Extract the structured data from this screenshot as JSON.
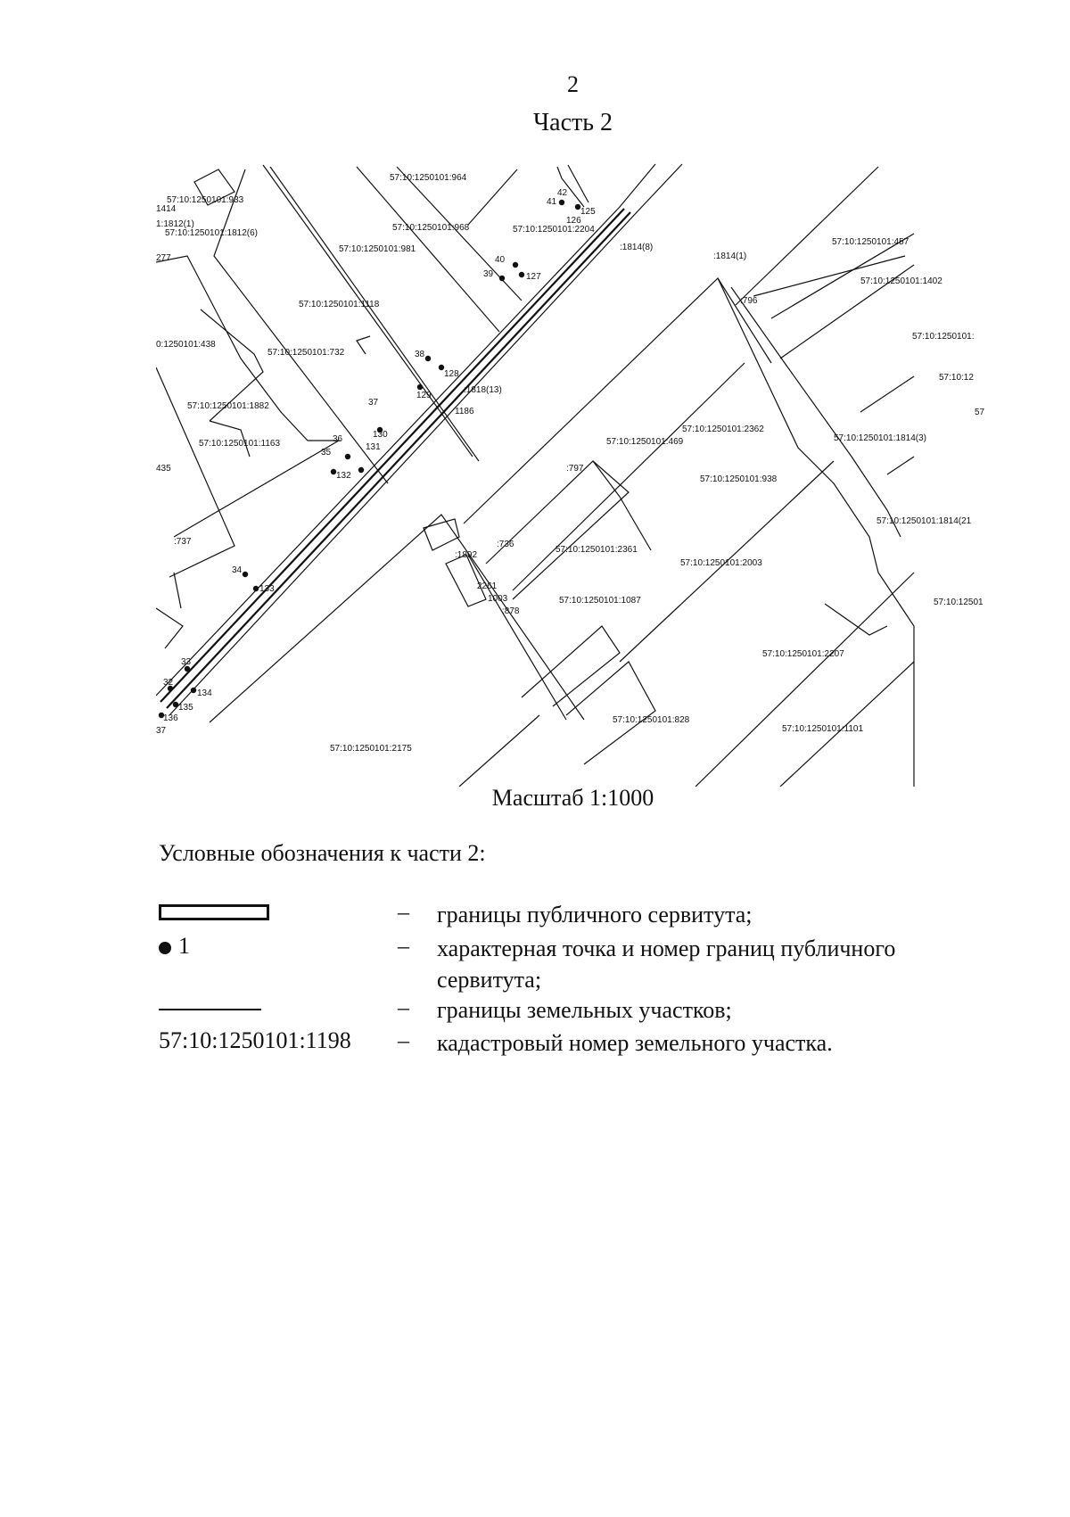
{
  "header": {
    "page_number": "2",
    "part_title": "Часть 2"
  },
  "map": {
    "parcels": [
      "57:10:1250101:964",
      "57:10:1250101:933",
      "1414",
      "1:1812(1)",
      "57:10:1250101:1812(6)",
      "277",
      "57:10:1250101:968",
      "57:10:1250101:981",
      "57:10:1250101:2204",
      "57:10:1250101:457",
      ":1814(8)",
      ":1814(1)",
      "57:10:1250101:1402",
      "57:10:1250101:1118",
      ":796",
      "0:1250101:438",
      "57:10:1250101:732",
      "57:10:1250101:",
      "57:10:12",
      ":1818(13)",
      "1186",
      "57:10:1250101:1882",
      "57:10:1250101:1163",
      "57:10:1250101:2362",
      "57:10:1250101:469",
      "57:10:1250101:1814(3)",
      "435",
      ":797",
      "57:10:1250101:938",
      ":737",
      ":736",
      "57:10:1250101:1814(21",
      ":1892",
      "57:10:1250101:2361",
      "57:10:1250101:2003",
      "2261",
      "1003",
      ":878",
      "57:10:1250101:1087",
      "57:10:12501",
      "57:10:1250101:2207",
      "57:10:1250101:828",
      "57:10:1250101:1101",
      "57:10:1250101:2175",
      "57"
    ],
    "points": [
      "41",
      "42",
      "125",
      "126",
      "40",
      "39",
      "127",
      "38",
      "128",
      "129",
      "37",
      "36",
      "130",
      "131",
      "35",
      "132",
      "34",
      "133",
      "33",
      "32",
      "134",
      "135",
      "136",
      "37"
    ]
  },
  "scale_label": "Масштаб 1:1000",
  "legend": {
    "title": "Условные обозначения к части 2:",
    "dash": "–",
    "items": [
      {
        "symbol": "rect",
        "symbol_text": "",
        "description": "границы публичного сервитута;"
      },
      {
        "symbol": "dot",
        "symbol_text": "1",
        "description": "характерная точка и номер границ публичного сервитута;"
      },
      {
        "symbol": "line",
        "symbol_text": "",
        "description": "границы земельных участков;"
      },
      {
        "symbol": "text",
        "symbol_text": "57:10:1250101:1198",
        "description": "кадастровый номер земельного участка."
      }
    ]
  }
}
